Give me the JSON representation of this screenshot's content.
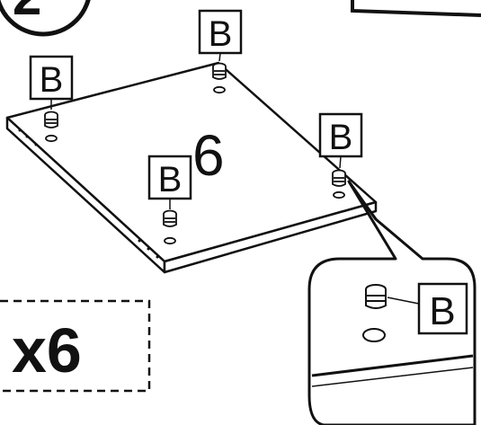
{
  "step": {
    "number": "2"
  },
  "panel": {
    "label": "6"
  },
  "parts": {
    "label": "B"
  },
  "callouts": [
    {
      "label": "B"
    },
    {
      "label": "B"
    },
    {
      "label": "B"
    },
    {
      "label": "B"
    }
  ],
  "zoom_detail": {
    "label": "B"
  },
  "quantity": {
    "label": "x6"
  }
}
